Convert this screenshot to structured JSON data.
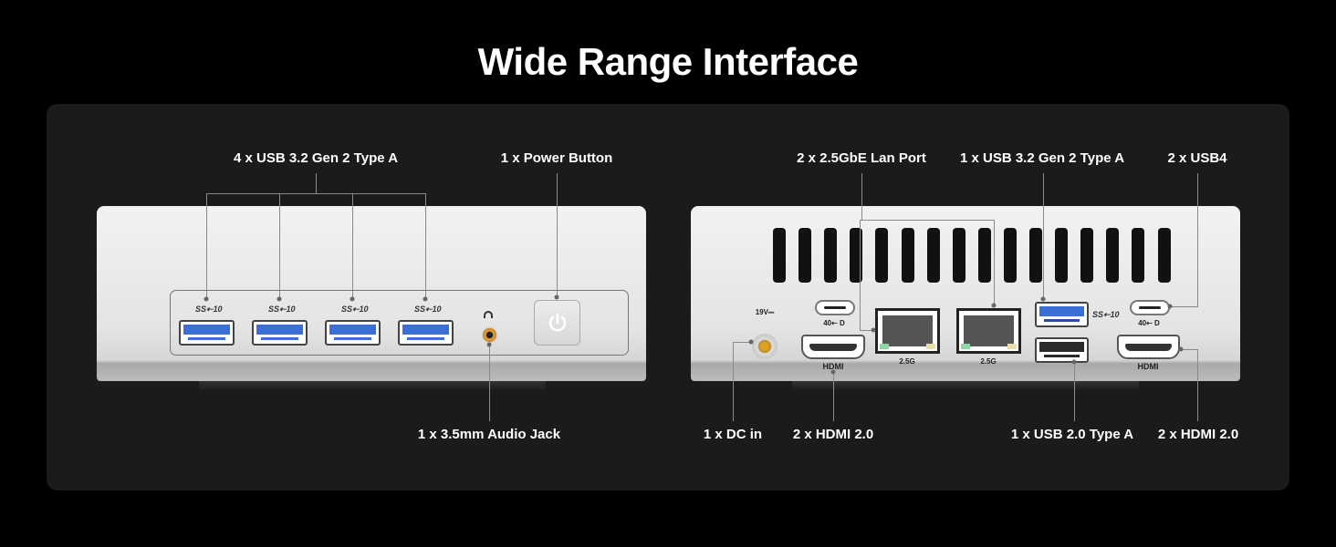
{
  "title": "Wide Range Interface",
  "front": {
    "labels": {
      "usb": "4 x USB 3.2 Gen 2 Type A",
      "power": "1 x Power Button",
      "audio": "1 x 3.5mm Audio Jack"
    },
    "ss_icon": "SS⇠10"
  },
  "rear": {
    "labels": {
      "lan": "2 x 2.5GbE Lan Port",
      "usb3": "1 x USB 3.2 Gen 2 Type A",
      "usb4": "2 x USB4",
      "dc": "1 x DC in",
      "hdmi_left": "2 x HDMI 2.0",
      "usb2": "1 x USB 2.0 Type A",
      "hdmi_right": "2 x HDMI 2.0"
    },
    "dc_rating": "19V⎓",
    "hdmi_mark": "HDMI",
    "lan_speed": "2.5G",
    "usbc_mark": "40⇠ D",
    "ss_icon": "SS⇠10"
  },
  "colors": {
    "usb3_blue": "#3b6fd6",
    "background": "#000000",
    "card": "#1b1b1d"
  }
}
